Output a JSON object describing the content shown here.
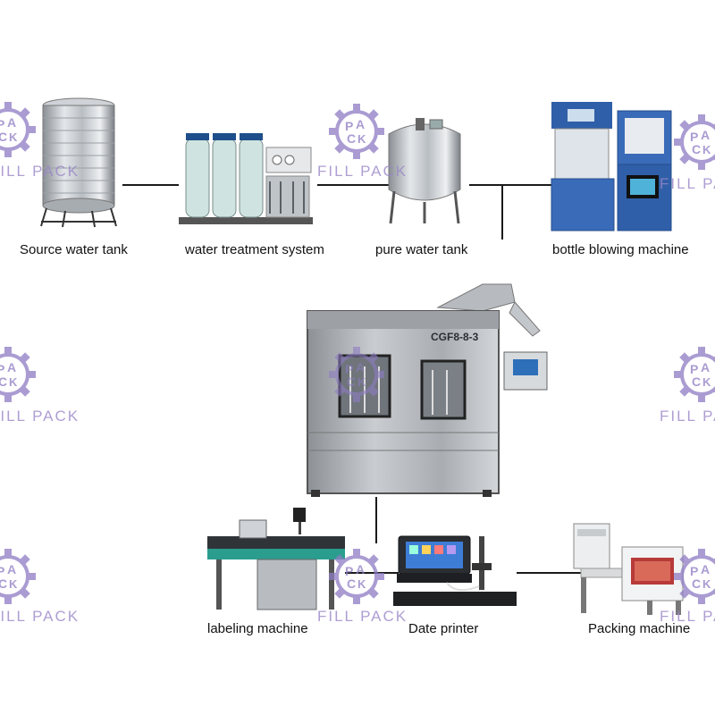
{
  "watermark": {
    "text": "FILL PACK",
    "color": "#8e7cc3"
  },
  "stations": {
    "source_tank": "Source water tank",
    "water_treatment": "water treatment system",
    "pure_tank": "pure water tank",
    "bottle_blowing": "bottle blowing machine",
    "labeling": "labeling machine",
    "date_printer": "Date printer",
    "packing": "Packing machine"
  },
  "filler": {
    "model_plate": "CGF8-8-3"
  },
  "icons": [
    "gear-logo-icon"
  ]
}
